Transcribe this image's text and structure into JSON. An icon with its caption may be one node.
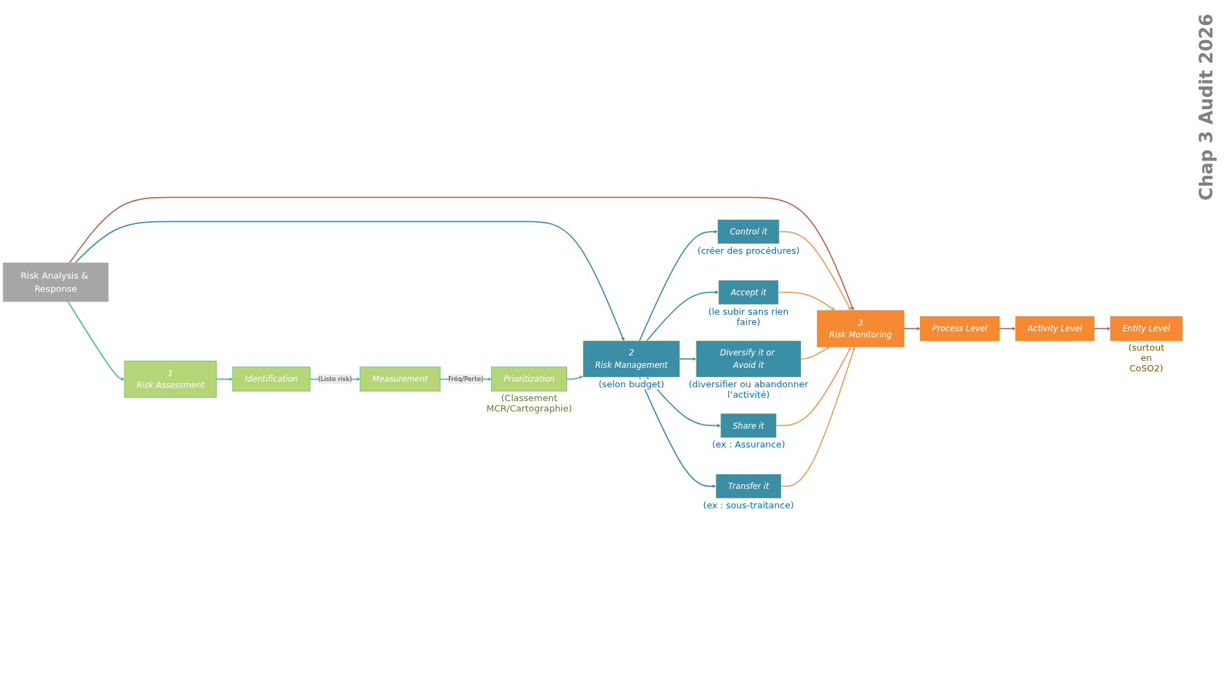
{
  "diagram": {
    "nodes": [
      {
        "text": [
          "Risk Analysis & Response"
        ]
      },
      {
        "text": [
          "1",
          "Risk Assessment"
        ]
      },
      {
        "text": [
          "Identification"
        ]
      },
      {
        "text": [
          "Measurement"
        ]
      },
      {
        "text": [
          "Prioritization"
        ],
        "beside": [
          "(Classement MCR/Cartographie)"
        ]
      },
      {
        "text": [
          "2",
          "Risk Management"
        ],
        "beside": [
          "(selon budget)"
        ]
      },
      {
        "text": [
          "Accept it"
        ],
        "beside": [
          "(le subir sans rien faire)"
        ]
      },
      {
        "text": [
          "Control it"
        ],
        "beside": [
          "(créer des procédures)"
        ]
      },
      {
        "text": [
          "Share it"
        ],
        "beside": [
          "(ex : Assurance)"
        ]
      },
      {
        "text": [
          "Diversify it or Avoid it"
        ],
        "beside": [
          "(diversifier ou abandonner l’activité)"
        ]
      },
      {
        "text": [
          "Transfer it"
        ],
        "beside": [
          "(ex : sous-traitance)"
        ]
      },
      {
        "text": [
          "3",
          "Risk Monitoring"
        ]
      },
      {
        "text": [
          "Process Level"
        ]
      },
      {
        "text": [
          "Activity Level"
        ]
      },
      {
        "text": [
          "Entity Level"
        ],
        "beside": [
          "(surtout en CoSO2)"
        ]
      }
    ],
    "edges": [
      {
        "from": 0,
        "to": 1,
        "arrow": "to",
        "color": "#45c17e"
      },
      {
        "from": 0,
        "to": 5,
        "arrow": "to",
        "color": "#3a8fa6"
      },
      {
        "from": 0,
        "to": 11,
        "arrow": "to",
        "color": "#c0634b"
      },
      {
        "from": 1,
        "to": 2,
        "arrow": "to",
        "color": "#45c17e"
      },
      {
        "from": 2,
        "to": 3,
        "arrow": "to",
        "label": "(Liste risk)",
        "color": "#45c17e"
      },
      {
        "from": 3,
        "to": 4,
        "arrow": "to",
        "label": "Fréq/Perte)",
        "color": "#45c17e"
      },
      {
        "from": 4,
        "to": 5,
        "arrow": "to",
        "color": "#45c17e"
      },
      {
        "from": 5,
        "to": 7,
        "arrow": "to",
        "color": "#3a8fa6"
      },
      {
        "from": 5,
        "to": 6,
        "arrow": "to",
        "color": "#3a8fa6"
      },
      {
        "from": 5,
        "to": 9,
        "arrow": "to",
        "color": "#3a8fa6"
      },
      {
        "from": 5,
        "to": 8,
        "arrow": "to",
        "color": "#3a8fa6"
      },
      {
        "from": 5,
        "to": 10,
        "arrow": "to",
        "color": "#3a8fa6"
      },
      {
        "from": 7,
        "to": 11,
        "arrow": "to",
        "color": "#e8a060"
      },
      {
        "from": 6,
        "to": 11,
        "arrow": "to",
        "color": "#e8a060"
      },
      {
        "from": 9,
        "to": 11,
        "arrow": "to",
        "color": "#e8a060"
      },
      {
        "from": 8,
        "to": 11,
        "arrow": "to",
        "color": "#e8a060"
      },
      {
        "from": 10,
        "to": 11,
        "arrow": "to",
        "color": "#e8a060"
      },
      {
        "from": 11,
        "to": 12,
        "arrow": "to",
        "color": "#c0634b"
      },
      {
        "from": 12,
        "to": 13,
        "arrow": "to",
        "color": "#c0634b"
      },
      {
        "from": 13,
        "to": 14,
        "arrow": "to",
        "color": "#c0634b"
      }
    ],
    "labels": [
      "Chap 3 Audit 2026"
    ]
  }
}
